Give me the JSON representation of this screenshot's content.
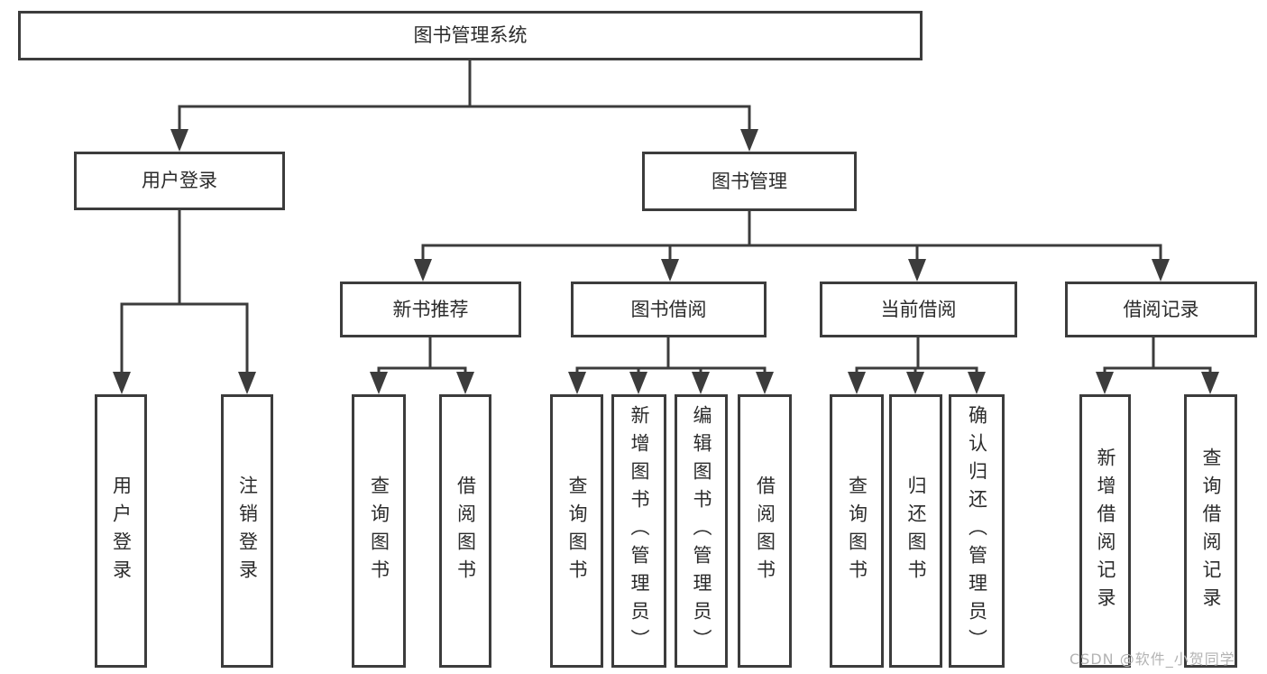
{
  "diagram": {
    "watermark": "CSDN @软件_小贺同学",
    "tree": {
      "root": {
        "label": "图书管理系统"
      },
      "branches": [
        {
          "label": "用户登录",
          "children": [
            {
              "label": "用户登录"
            },
            {
              "label": "注销登录"
            }
          ]
        },
        {
          "label": "图书管理",
          "children": [
            {
              "label": "新书推荐",
              "children": [
                {
                  "label": "查询图书"
                },
                {
                  "label": "借阅图书"
                }
              ]
            },
            {
              "label": "图书借阅",
              "children": [
                {
                  "label": "查询图书"
                },
                {
                  "label": "新增图书（管理员）"
                },
                {
                  "label": "编辑图书（管理员）"
                },
                {
                  "label": "借阅图书"
                }
              ]
            },
            {
              "label": "当前借阅",
              "children": [
                {
                  "label": "查询图书"
                },
                {
                  "label": "归还图书"
                },
                {
                  "label": "确认归还（管理员）"
                }
              ]
            },
            {
              "label": "借阅记录",
              "children": [
                {
                  "label": "新增借阅记录"
                },
                {
                  "label": "查询借阅记录"
                }
              ]
            }
          ]
        }
      ]
    }
  }
}
